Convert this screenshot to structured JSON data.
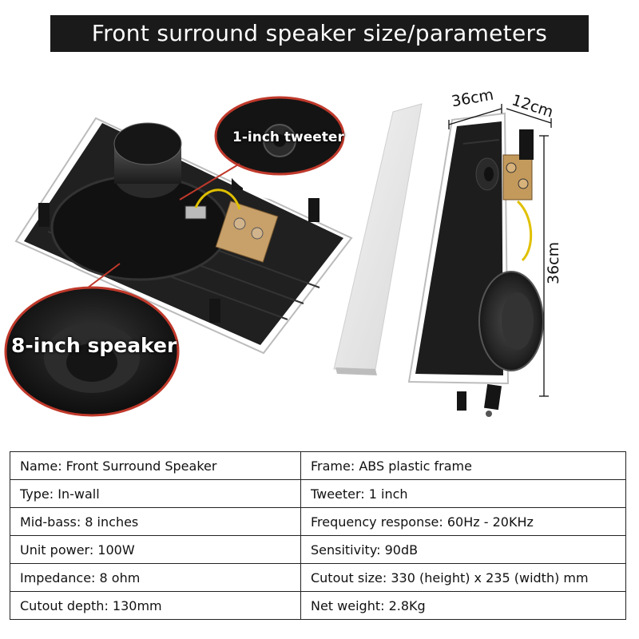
{
  "title": "Front surround speaker size/parameters",
  "callouts": {
    "tweeter": "1-inch tweeter",
    "woofer": "8-inch speaker"
  },
  "dimensions": {
    "width": "36cm",
    "depth": "12cm",
    "height": "36cm"
  },
  "specs": [
    {
      "left": "Name: Front Surround Speaker",
      "right": "Frame: ABS plastic frame"
    },
    {
      "left": "Type: In-wall",
      "right": "Tweeter: 1 inch"
    },
    {
      "left": "Mid-bass: 8 inches",
      "right": "Frequency response: 60Hz - 20KHz"
    },
    {
      "left": "Unit power: 100W",
      "right": "Sensitivity: 90dB"
    },
    {
      "left": "Impedance: 8 ohm",
      "right": "Cutout size: 330 (height) x 235 (width) mm"
    },
    {
      "left": "Cutout depth: 130mm",
      "right": "Net weight: 2.8Kg"
    }
  ]
}
